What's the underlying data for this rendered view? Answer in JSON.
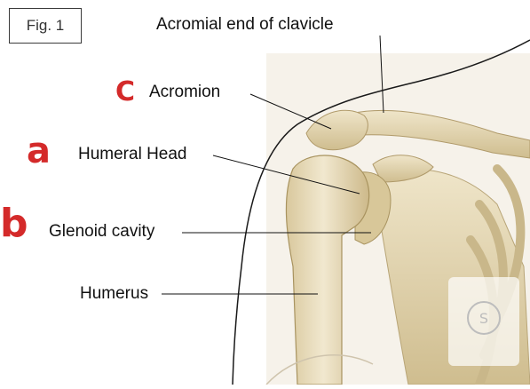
{
  "figure_label": "Fig. 1",
  "labels": {
    "clavicle": "Acromial end of clavicle",
    "acromion": "Acromion",
    "humeral_head": "Humeral Head",
    "glenoid": "Glenoid cavity",
    "humerus": "Humerus"
  },
  "letters": {
    "c": "C",
    "a": "a",
    "b": "b"
  },
  "colors": {
    "letter_accent": "#d42a2a",
    "bone": "#ede2c4",
    "bone_shadow": "#cdbb8f",
    "outline": "#1a1a1a"
  }
}
